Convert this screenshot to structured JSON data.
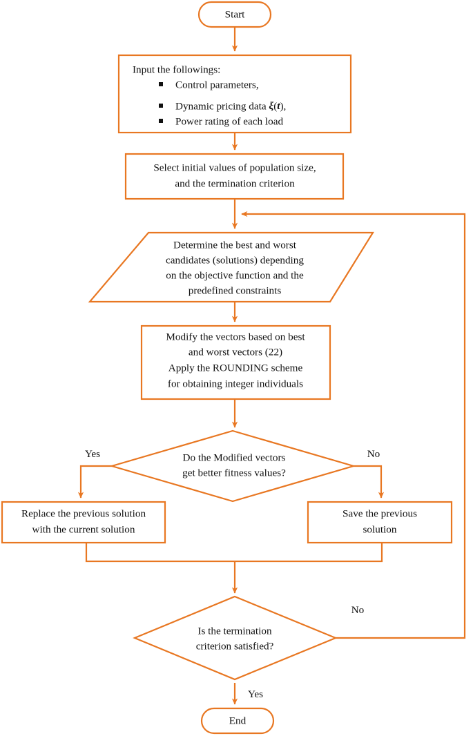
{
  "diagram": {
    "title": "Optimization algorithm flowchart",
    "accent_color": "#E87722",
    "text_color": "#111111",
    "background_color": "#FFFFFF"
  },
  "nodes": {
    "start": {
      "shape": "terminator",
      "label": "Start"
    },
    "input": {
      "shape": "process",
      "heading": "Input the followings:",
      "bullets": [
        "Control parameters,",
        "Dynamic pricing data ξ(t),",
        "Power rating of each load"
      ],
      "bullet_glyph": "▪"
    },
    "select": {
      "shape": "process",
      "lines": [
        "Select initial values of population size,",
        "and the termination criterion"
      ]
    },
    "determine": {
      "shape": "parallelogram",
      "lines": [
        "Determine the best and worst",
        "candidates (solutions) depending",
        "on the objective function and the",
        "predefined constraints"
      ]
    },
    "modify": {
      "shape": "process",
      "lines": [
        "Modify the vectors based on best",
        "and worst vectors (22)",
        "Apply the ROUNDING scheme",
        "for obtaining integer individuals"
      ]
    },
    "decision_fitness": {
      "shape": "decision",
      "lines": [
        "Do the Modified vectors",
        "get better fitness values?"
      ]
    },
    "replace": {
      "shape": "process",
      "lines": [
        "Replace the previous solution",
        "with the current solution"
      ]
    },
    "save": {
      "shape": "process",
      "lines": [
        "Save the previous",
        "solution"
      ]
    },
    "decision_termination": {
      "shape": "decision",
      "lines": [
        "Is the termination",
        "criterion satisfied?"
      ]
    },
    "end": {
      "shape": "terminator",
      "label": "End"
    }
  },
  "edge_labels": {
    "fitness_yes": "Yes",
    "fitness_no": "No",
    "termination_no": "No",
    "termination_yes": "Yes"
  }
}
